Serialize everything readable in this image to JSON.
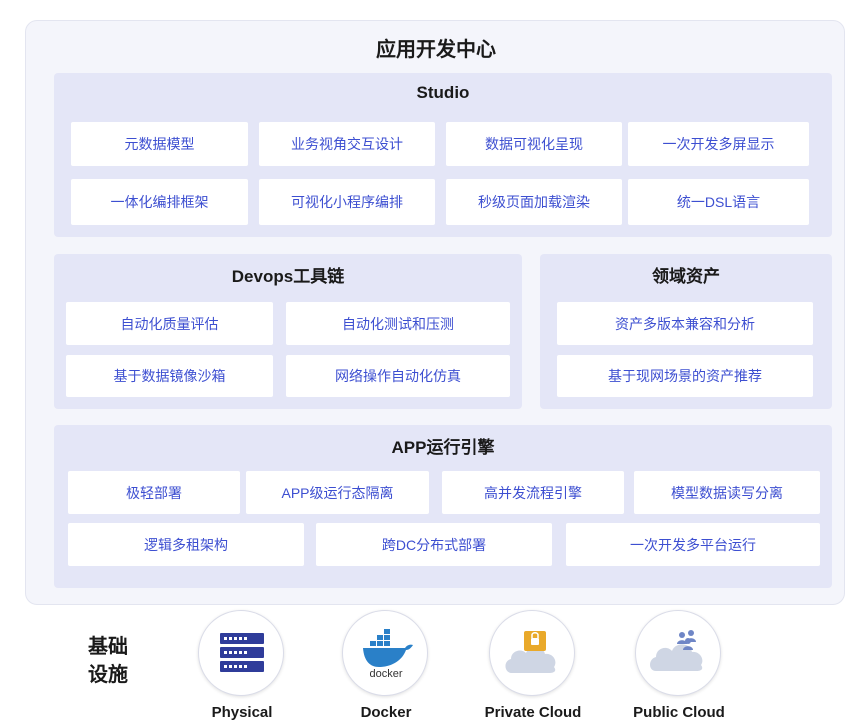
{
  "title": "应用开发中心",
  "studio": {
    "title": "Studio",
    "items": [
      "元数据模型",
      "业务视角交互设计",
      "数据可视化呈现",
      "一次开发多屏显示",
      "一体化编排框架",
      "可视化小程序编排",
      "秒级页面加载渲染",
      "统一DSL语言"
    ]
  },
  "devops": {
    "title": "Devops工具链",
    "items": [
      "自动化质量评估",
      "自动化测试和压测",
      "基于数据镜像沙箱",
      "网络操作自动化仿真"
    ]
  },
  "domain": {
    "title": "领域资产",
    "items": [
      "资产多版本兼容和分析",
      "基于现网场景的资产推荐"
    ]
  },
  "engine": {
    "title": "APP运行引擎",
    "items": [
      "极轻部署",
      "APP级运行态隔离",
      "高并发流程引擎",
      "模型数据读写分离",
      "逻辑多租架构",
      "跨DC分布式部署",
      "一次开发多平台运行"
    ]
  },
  "infra": {
    "label_line1": "基础",
    "label_line2": "设施",
    "items": [
      {
        "name": "Physical",
        "icon": "server-icon"
      },
      {
        "name": "Docker",
        "icon": "docker-icon",
        "logo_text": "docker"
      },
      {
        "name": "Private  Cloud",
        "icon": "private-cloud-icon"
      },
      {
        "name": "Public  Cloud",
        "icon": "public-cloud-icon"
      }
    ]
  },
  "colors": {
    "chip_text": "#3d4fd1",
    "panel_bg": "#e4e6f7",
    "outer_bg": "#f4f5fb",
    "server_blue": "#2f3c9a",
    "docker_blue": "#2a80c8",
    "lock_gold": "#e9a92a"
  }
}
